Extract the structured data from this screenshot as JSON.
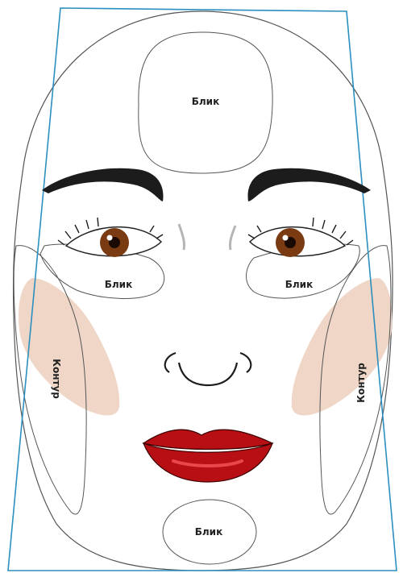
{
  "colors": {
    "trapezoid_outline": "#2b8fbf",
    "outline": "#555555",
    "contour_shade": "#efd6c6",
    "brow": "#1c1c1c",
    "iris": "#7a3a12",
    "lips": "#b80f14",
    "lip_highlight": "#e8474b"
  },
  "labels": {
    "forehead": "Блик",
    "under_eye_left": "Блик",
    "under_eye_right": "Блик",
    "chin": "Блик",
    "contour_left": "Контур",
    "contour_right": "Контур"
  }
}
